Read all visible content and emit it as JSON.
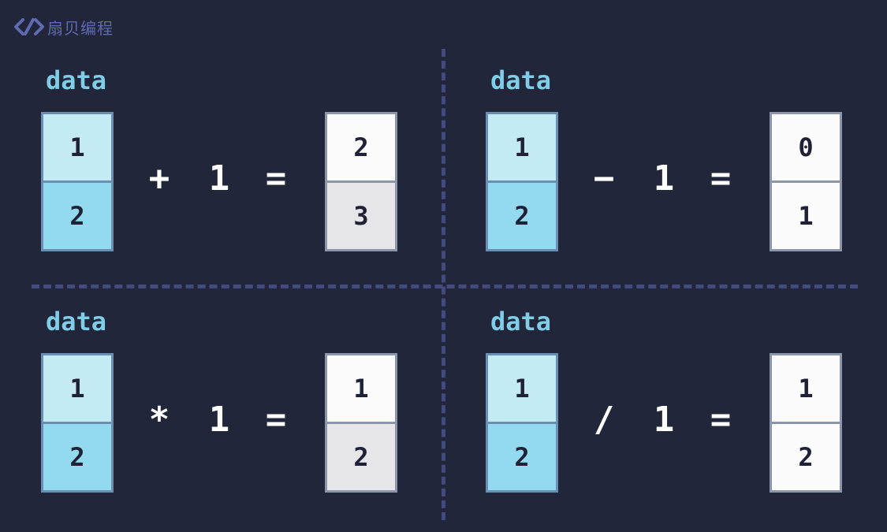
{
  "logo": {
    "text": "扇贝编程",
    "icon": "code-brackets-icon"
  },
  "panels": [
    {
      "label": "data",
      "data": [
        "1",
        "2"
      ],
      "operator": "+",
      "operand": "1",
      "equals": "=",
      "result": [
        "2",
        "3"
      ]
    },
    {
      "label": "data",
      "data": [
        "1",
        "2"
      ],
      "operator": "−",
      "operand": "1",
      "equals": "=",
      "result": [
        "0",
        "1"
      ]
    },
    {
      "label": "data",
      "data": [
        "1",
        "2"
      ],
      "operator": "*",
      "operand": "1",
      "equals": "=",
      "result": [
        "1",
        "2"
      ]
    },
    {
      "label": "data",
      "data": [
        "1",
        "2"
      ],
      "operator": "/",
      "operand": "1",
      "equals": "=",
      "result": [
        "1",
        "2"
      ]
    }
  ],
  "colors": {
    "background": "#22263a",
    "label": "#7fcde6",
    "divider": "#434b7e",
    "data_cell_top": "#c4eaf4",
    "data_cell_bottom": "#93d9ef",
    "result_cell": "#fbfbfb",
    "result_cell_shaded": "#e6e6e8"
  }
}
